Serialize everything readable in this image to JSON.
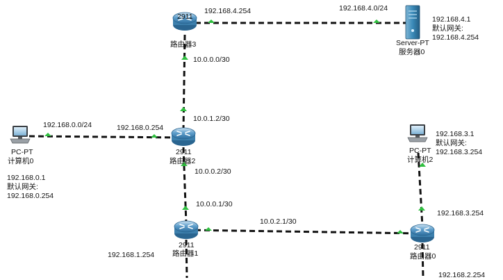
{
  "diagram": {
    "routers": [
      {
        "id": "r3",
        "model": "2911",
        "name": "路由器3"
      },
      {
        "id": "r2",
        "model": "2911",
        "name": "路由器2"
      },
      {
        "id": "r1",
        "model": "2911",
        "name": "路由器1"
      },
      {
        "id": "r0",
        "model": "2911",
        "name": "路由器0"
      }
    ],
    "devices": {
      "server0": {
        "type": "Server-PT",
        "name": "服务器0",
        "ip": "192.168.4.1",
        "gw_label": "默认网关:",
        "gw": "192.168.4.254"
      },
      "pc0": {
        "type": "PC-PT",
        "name": "计算机0",
        "ip": "192.168.0.1",
        "gw_label": "默认网关:",
        "gw": "192.168.0.254"
      },
      "pc2": {
        "type": "PC-PT",
        "name": "计算机2",
        "ip": "192.168.3.1",
        "gw_label": "默认网关:",
        "gw": "192.168.3.254"
      }
    },
    "link_labels": {
      "r3_top": "192.168.4.254",
      "server_net": "192.168.4.0/24",
      "r3_r2_net": "10.0.0.0/30",
      "r2_up": "10.0.1.2/30",
      "pc0_net": "192.168.0.0/24",
      "r2_left": "192.168.0.254",
      "r2_down": "10.0.0.2/30",
      "r1_up": "10.0.0.1/30",
      "r1_r0": "10.0.2.1/30",
      "r0_up": "192.168.3.254",
      "r1_left": "192.168.1.254",
      "r0_down": "192.168.2.254"
    },
    "colors": {
      "link": "#111111",
      "link_indicator": "#2fbf3f",
      "router_body": "#3a88c0",
      "server_body": "#2f7ba6"
    }
  }
}
